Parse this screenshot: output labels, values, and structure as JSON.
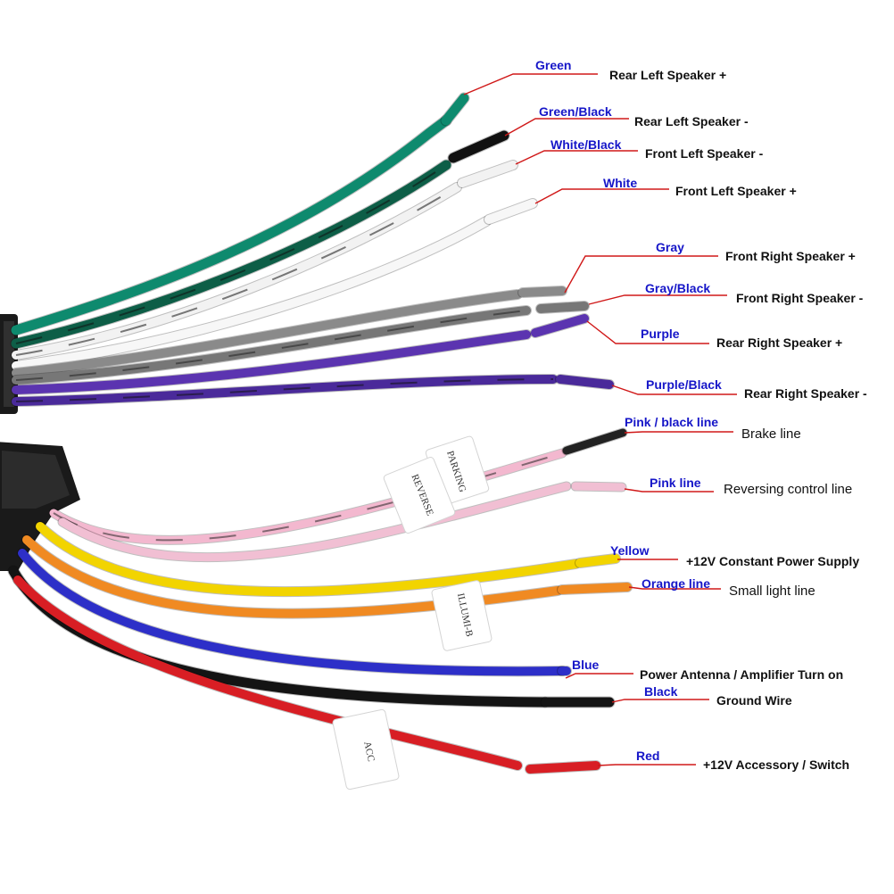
{
  "diagram": {
    "wires": [
      {
        "id": "green",
        "color_name": "Green",
        "function": "Rear Left Speaker +",
        "color": "#0e8a6e",
        "stripe": null
      },
      {
        "id": "green-black",
        "color_name": "Green/Black",
        "function": "Rear Left Speaker -",
        "color": "#0d5e47",
        "stripe": "#111111"
      },
      {
        "id": "white-black",
        "color_name": "White/Black",
        "function": "Front Left Speaker -",
        "color": "#f2f2f2",
        "stripe": "#111111"
      },
      {
        "id": "white",
        "color_name": "White",
        "function": "Front Left Speaker +",
        "color": "#f7f7f7",
        "stripe": null
      },
      {
        "id": "gray",
        "color_name": "Gray",
        "function": "Front Right Speaker +",
        "color": "#8a8a8a",
        "stripe": null
      },
      {
        "id": "gray-black",
        "color_name": "Gray/Black",
        "function": "Front Right Speaker -",
        "color": "#777777",
        "stripe": "#222222"
      },
      {
        "id": "purple",
        "color_name": "Purple",
        "function": "Rear Right Speaker +",
        "color": "#5b34b0",
        "stripe": null
      },
      {
        "id": "purple-black",
        "color_name": "Purple/Black",
        "function": "Rear Right Speaker -",
        "color": "#4a2a9a",
        "stripe": "#111111"
      },
      {
        "id": "pink-black",
        "color_name": "Pink / black line",
        "function": "Brake line",
        "color": "#f3b8cf",
        "stripe": "#222222"
      },
      {
        "id": "pink",
        "color_name": "Pink line",
        "function": "Reversing control line",
        "color": "#f1bfd3",
        "stripe": null
      },
      {
        "id": "yellow",
        "color_name": "Yellow",
        "function": "+12V Constant Power Supply",
        "color": "#f2d400",
        "stripe": null
      },
      {
        "id": "orange",
        "color_name": "Orange line",
        "function": "Small light line",
        "color": "#f08a22",
        "stripe": null
      },
      {
        "id": "blue",
        "color_name": "Blue",
        "function": "Power Antenna / Amplifier Turn on",
        "color": "#2d2fc8",
        "stripe": null
      },
      {
        "id": "black",
        "color_name": "Black",
        "function": "Ground Wire",
        "color": "#141414",
        "stripe": null
      },
      {
        "id": "red",
        "color_name": "Red",
        "function": "+12V  Accessory / Switch",
        "color": "#d81e24",
        "stripe": null
      }
    ],
    "tags": [
      {
        "id": "tag-parking",
        "text": "PARKING"
      },
      {
        "id": "tag-reverse",
        "text": "REVERSE"
      },
      {
        "id": "tag-ill",
        "text": "ILLUMI-B"
      },
      {
        "id": "tag-acc",
        "text": "ACC"
      }
    ],
    "style": {
      "label_color_name": "#1616c8",
      "label_function": "#111111",
      "leader_line": "#d01818",
      "connector": "#1a1a1a"
    }
  }
}
